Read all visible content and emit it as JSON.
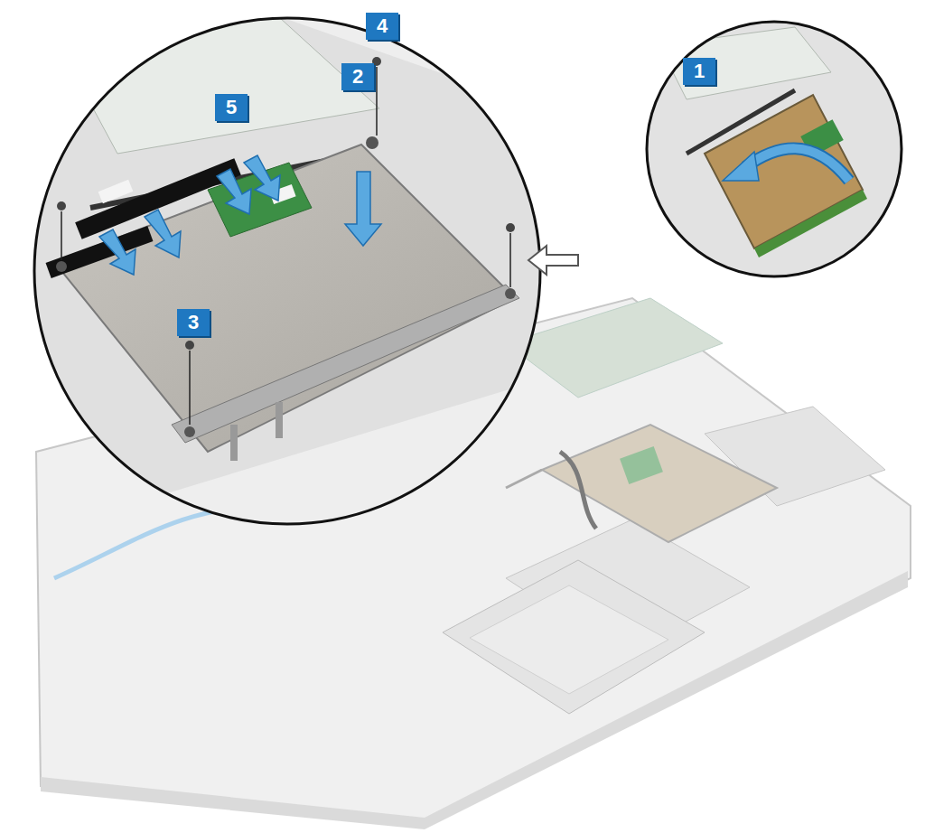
{
  "diagram": {
    "labels": [
      "4",
      "1",
      "2",
      "5",
      "3"
    ]
  }
}
